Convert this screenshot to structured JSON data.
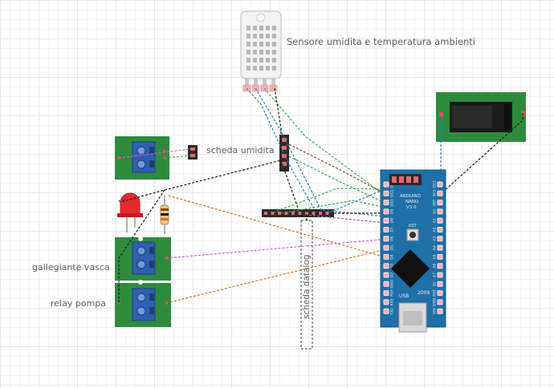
{
  "labels": {
    "sensor": "Sensore umidita e temperatura ambienti",
    "humidity_board": "scheda umidita",
    "float_switch": "gallegiante vasca",
    "relay": "relay pompa",
    "datalog_board": "scheda datalog"
  },
  "arduino": {
    "brand": "ARDUINO",
    "model": "NANO",
    "version": "V3.0",
    "year": "2009",
    "usb": "USB",
    "rst_button": "RST",
    "pins_left": [
      "D12",
      "D11",
      "D10",
      "D9",
      "D8",
      "D7",
      "D6",
      "D5",
      "D4",
      "D3",
      "D2",
      "GND",
      "RST",
      "RX0",
      "TX1"
    ],
    "pins_right": [
      "D13",
      "3V3",
      "REF",
      "A0",
      "A1",
      "A2",
      "A3",
      "A4",
      "A5",
      "A6",
      "A7",
      "5V",
      "RST",
      "GND",
      "VIN"
    ]
  },
  "colors": {
    "pcb_green": "#2e8b3e",
    "arduino_blue": "#1f6fa8",
    "wire_black": "#1a1a1a",
    "wire_blue": "#2b7bbd",
    "wire_green": "#2ab34a",
    "wire_orange": "#d9731c",
    "wire_brown": "#8b4a1c",
    "wire_magenta": "#d65fd6",
    "wire_purple": "#8a5fd6",
    "led_red": "#e32b2b"
  }
}
